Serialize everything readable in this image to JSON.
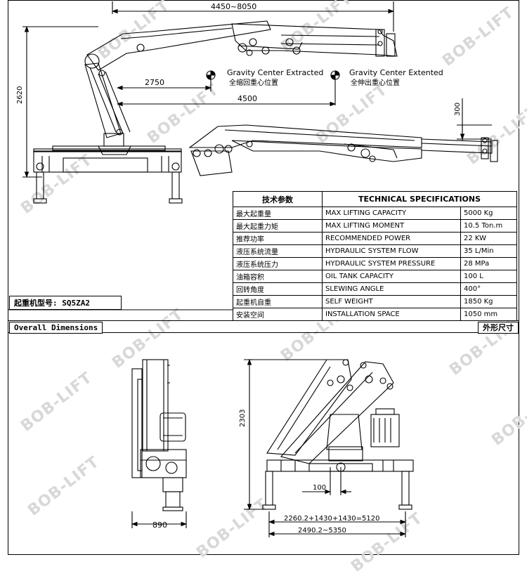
{
  "dimensions_top": {
    "boom_reach": "4450~8050",
    "height": "2620",
    "cg_extracted_dist": "2750",
    "cg_extended_dist": "4500",
    "boom_offset": "300"
  },
  "gravity_centers": {
    "extracted_en": "Gravity Center Extracted",
    "extracted_cn": "全缩回重心位置",
    "extended_en": "Gravity Center Extented",
    "extended_cn": "全伸出重心位置"
  },
  "model_label": "起重机型号: SQ5ZA2",
  "specs": {
    "header_cn": "技术参数",
    "header_en": "TECHNICAL SPECIFICATIONS",
    "rows": [
      {
        "cn": "最大起重量",
        "en": "MAX LIFTING CAPACITY",
        "value": "5000 Kg"
      },
      {
        "cn": "最大起重力矩",
        "en": "MAX LIFTING MOMENT",
        "value": "10.5 Ton.m"
      },
      {
        "cn": "推荐功率",
        "en": "RECOMMENDED POWER",
        "value": "22 KW"
      },
      {
        "cn": "液压系统流量",
        "en": "HYDRAULIC SYSTEM FLOW",
        "value": "35 L/Min"
      },
      {
        "cn": "液压系统压力",
        "en": "HYDRAULIC SYSTEM PRESSURE",
        "value": "28 MPa"
      },
      {
        "cn": "油箱容积",
        "en": "OIL TANK CAPACITY",
        "value": "100 L"
      },
      {
        "cn": "回转角度",
        "en": "SLEWING ANGLE",
        "value": "400°"
      },
      {
        "cn": "起重机自重",
        "en": "SELF WEIGHT",
        "value": "1850 Kg"
      },
      {
        "cn": "安装空间",
        "en": "INSTALLATION SPACE",
        "value": "1050 mm"
      }
    ]
  },
  "overall": {
    "title_en": "Overall Dimensions",
    "title_cn": "外形尺寸",
    "width_side": "890",
    "height": "2303",
    "offset": "100",
    "span_inner": "2260.2+1430+1430=5120",
    "span_outer": "2490.2~5350"
  },
  "watermark": "BOB-LIFT"
}
